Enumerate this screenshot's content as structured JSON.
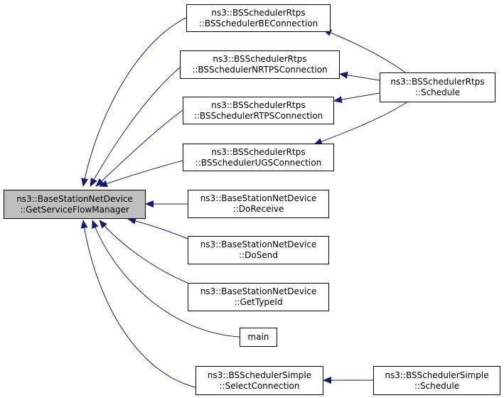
{
  "colors": {
    "edge": "#191970",
    "node_border": "#000000",
    "node_fill": "#ffffff",
    "focus_fill": "#bfbfbf"
  },
  "nodes": {
    "focus": {
      "line1": "ns3::BaseStationNetDevice",
      "line2": "::GetServiceFlowManager"
    },
    "be": {
      "line1": "ns3::BSSchedulerRtps",
      "line2": "::BSSchedulerBEConnection"
    },
    "nrtps": {
      "line1": "ns3::BSSchedulerRtps",
      "line2": "::BSSchedulerNRTPSConnection"
    },
    "rtps": {
      "line1": "ns3::BSSchedulerRtps",
      "line2": "::BSSchedulerRTPSConnection"
    },
    "ugs": {
      "line1": "ns3::BSSchedulerRtps",
      "line2": "::BSSchedulerUGSConnection"
    },
    "doreceive": {
      "line1": "ns3::BaseStationNetDevice",
      "line2": "::DoReceive"
    },
    "dosend": {
      "line1": "ns3::BaseStationNetDevice",
      "line2": "::DoSend"
    },
    "gettypeid": {
      "line1": "ns3::BaseStationNetDevice",
      "line2": "::GetTypeId"
    },
    "main": {
      "line1": "main"
    },
    "selectconn": {
      "line1": "ns3::BSSchedulerSimple",
      "line2": "::SelectConnection"
    },
    "rtps_schedule": {
      "line1": "ns3::BSSchedulerRtps",
      "line2": "::Schedule"
    },
    "simple_schedule": {
      "line1": "ns3::BSSchedulerSimple",
      "line2": "::Schedule"
    }
  }
}
